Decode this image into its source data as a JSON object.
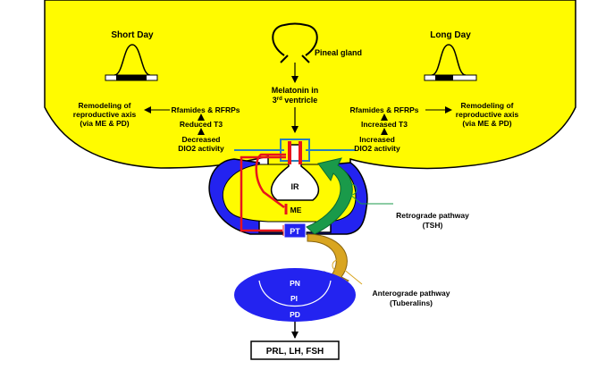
{
  "left": {
    "title": "Short Day",
    "remodel": [
      "Remodeling of",
      "reproductive axis",
      "(via ME & PD)"
    ],
    "rfamides": "Rfamides & RFRPs",
    "t3": "Reduced T3",
    "dio2": [
      "Decreased",
      "DIO2 activity"
    ]
  },
  "right": {
    "title": "Long Day",
    "remodel": [
      "Remodeling of",
      "reproductive axis",
      "(via ME & PD)"
    ],
    "rfamides": "Rfamides & RFRPs",
    "t3": "Increased T3",
    "dio2": [
      "Increased",
      "DIO2 activity"
    ]
  },
  "pineal": "Pineal gland",
  "melatonin": {
    "line1": "Melatonin in",
    "ordinal": "3",
    "sup": "rd",
    "rest": " ventricle"
  },
  "structures": {
    "ir": "IR",
    "me": "ME",
    "pt": "PT",
    "pn": "PN",
    "pi": "PI",
    "pd": "PD"
  },
  "retrograde": [
    "Retrograde pathway",
    "(TSH)"
  ],
  "anterograde": [
    "Anterograde pathway",
    "(Tuberalins)"
  ],
  "output": "PRL, LH, FSH",
  "colors": {
    "brain": "#fffb00",
    "tissue_blue": "#2323f0",
    "retrograde_arrow": "#1a9a4a",
    "anterograde_arrow": "#d9a520",
    "melatonin_path": "#e8141c",
    "ventricle_line": "#2a7fb8"
  }
}
